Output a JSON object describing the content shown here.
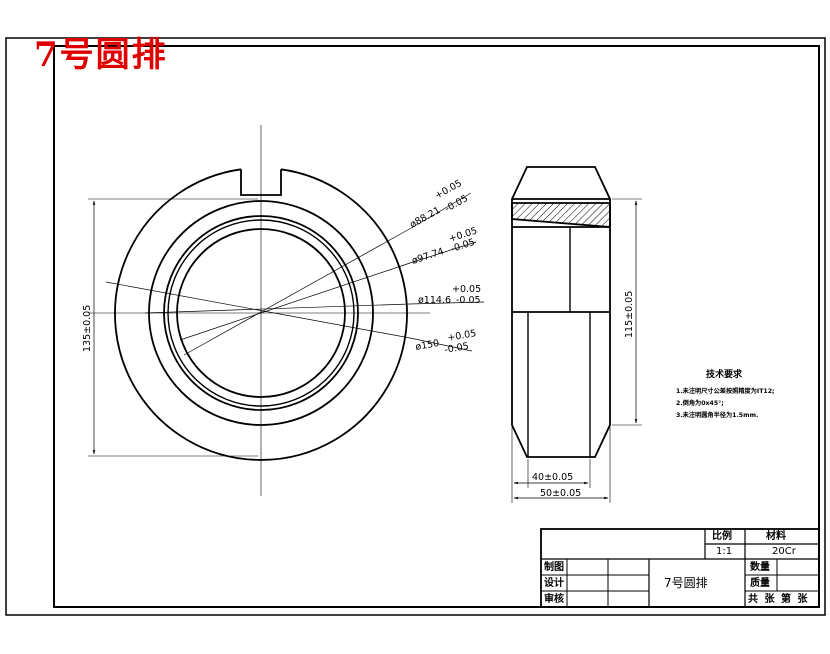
{
  "title": "7号圆排",
  "dimensions": {
    "front": [
      {
        "dia": "ø88.21",
        "upper": "+0.05",
        "lower": "-0.05"
      },
      {
        "dia": "ø97.74",
        "upper": "+0.05",
        "lower": "-0.05"
      },
      {
        "dia": "ø114.6",
        "upper": "+0.05",
        "lower": "-0.05"
      },
      {
        "dia": "ø150",
        "upper": "+0.05",
        "lower": "-0.05"
      }
    ],
    "height_front": "135±0.05",
    "height_side": "115±0.05",
    "width_inner": "40±0.05",
    "width_outer": "50±0.05"
  },
  "tech_requirements": {
    "title": "技术要求",
    "items": [
      "1.未注明尺寸公差按照精度为IT12;",
      "2.倒角为0x45°;",
      "3.未注明圆角半径为1.5mm."
    ]
  },
  "title_block": {
    "scale_label": "比例",
    "scale_value": "1:1",
    "material_label": "材料",
    "material_value": "20Cr",
    "drawn_label": "制图",
    "design_label": "设计",
    "review_label": "审核",
    "part_name": "7号圆排",
    "quantity_label": "数量",
    "weight_label": "质量",
    "sheets_label": "共 张 第 张"
  }
}
